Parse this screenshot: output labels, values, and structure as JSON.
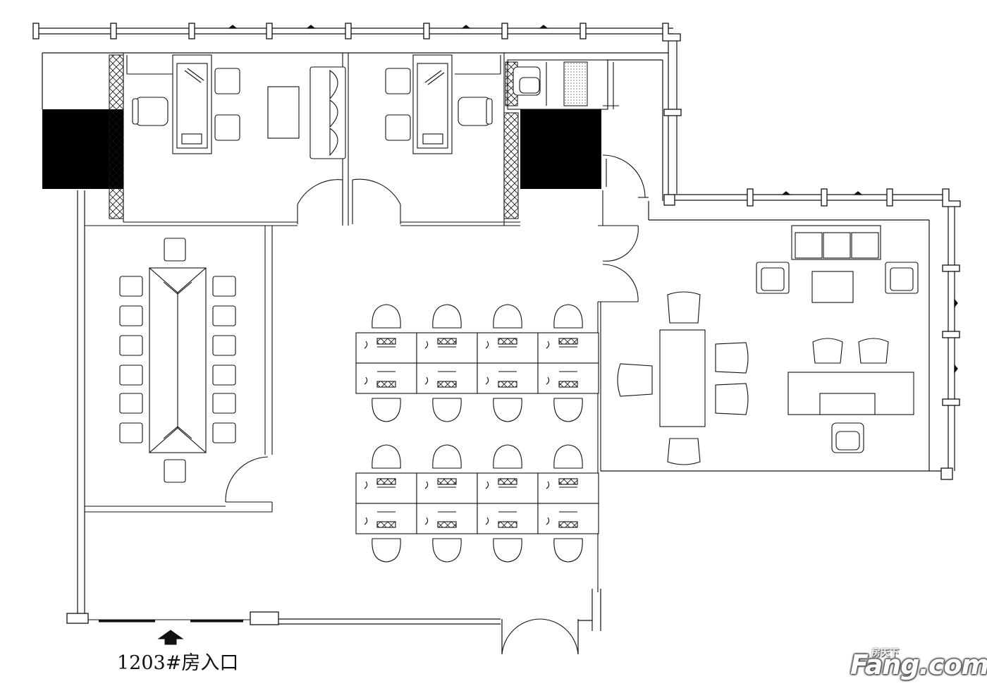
{
  "entrance": {
    "label": "1203#房入口"
  },
  "watermark": {
    "brand": "Fang.com",
    "tagline": "房天下"
  },
  "colors": {
    "line": "#111111",
    "fill_dark": "#000000",
    "background": "#ffffff",
    "hatch": "#888888"
  }
}
